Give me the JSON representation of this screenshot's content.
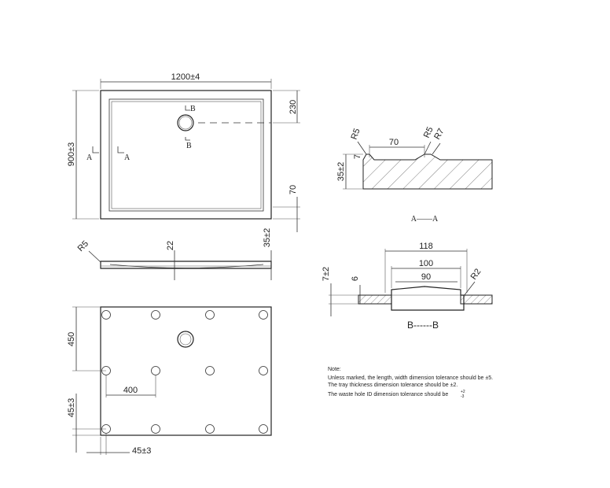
{
  "top_view": {
    "width_label": "1200±4",
    "height_label": "900±3",
    "waste_offset_label": "230",
    "rim_label": "70",
    "section_a_left": "A",
    "section_a_right": "A",
    "section_b_top": "B",
    "section_b_bottom": "B"
  },
  "side_view": {
    "radius_label": "R5",
    "depth_label": "22",
    "thickness_label": "35±2"
  },
  "bottom_view": {
    "dim_450": "450",
    "dim_400": "400",
    "dim_edge_v": "45±3",
    "dim_edge_h": "45±3"
  },
  "section_a": {
    "dim_70": "70",
    "thickness": "35±2",
    "dim_7": "7",
    "r5_left": "R5",
    "r5_right": "R5",
    "r7": "R7",
    "caption": "A——A"
  },
  "section_b": {
    "dim_118": "118",
    "dim_100": "100",
    "dim_90": "90",
    "dim_7": "7±2",
    "dim_6": "6",
    "r2": "R2",
    "caption": "B------B"
  },
  "notes": {
    "title": "Note:",
    "line1": "Unless marked, the length, width dimension tolerance should be ±5.",
    "line2": "The tray thickness dimension tolerance should be ±2.",
    "line3_prefix": "The waste hole ID dimension tolerance should be",
    "tol_upper": "+2",
    "tol_lower": "-3"
  }
}
